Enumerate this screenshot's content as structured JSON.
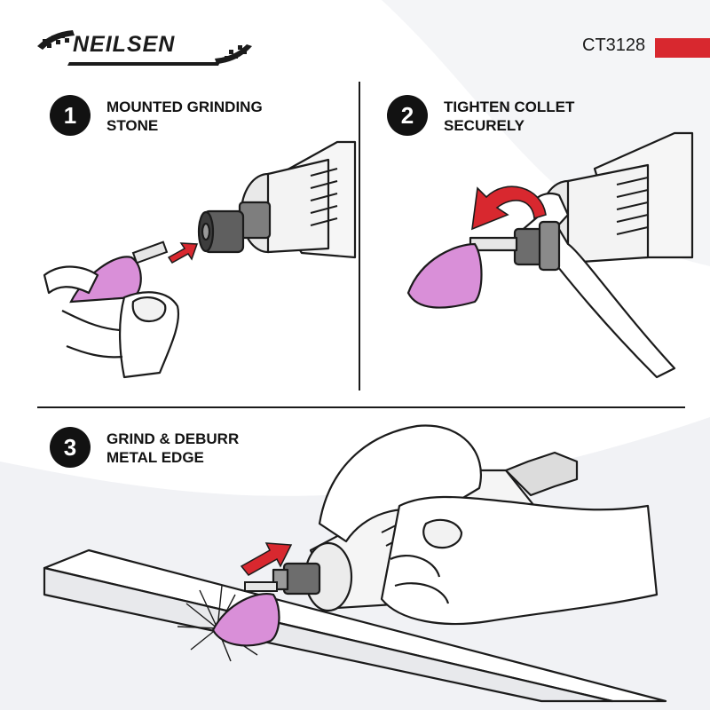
{
  "brand": {
    "name": "NEILSEN"
  },
  "product": {
    "code": "CT3128",
    "accent_color": "#d8282f"
  },
  "steps": [
    {
      "number": "1",
      "title_line1": "MOUNTED GRINDING",
      "title_line2": "STONE"
    },
    {
      "number": "2",
      "title_line1": "TIGHTEN COLLET",
      "title_line2": "SECURELY"
    },
    {
      "number": "3",
      "title_line1": "GRIND & DEBURR",
      "title_line2": "METAL EDGE"
    }
  ],
  "colors": {
    "stone": "#d98fd8",
    "arrow": "#d8282f",
    "ink": "#1b1b1b",
    "background_swoosh": "#eef0f4"
  },
  "icons": [
    "checkered-flag-icon",
    "insert-arrow-icon",
    "rotate-arrow-icon",
    "direction-arrow-icon"
  ]
}
